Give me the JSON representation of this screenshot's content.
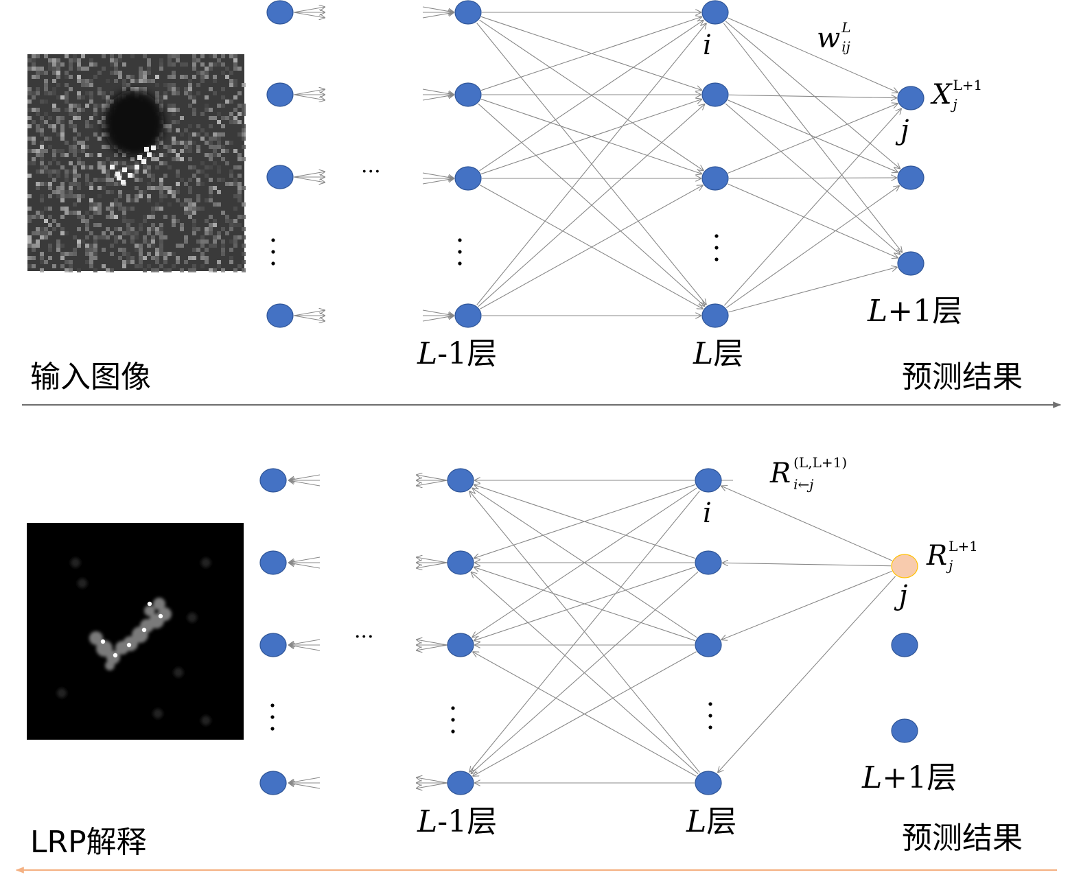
{
  "top": {
    "caption_left": "输入图像",
    "caption_right": "预测结果",
    "layer_prev": {
      "var": "L",
      "op": "-1",
      "unit": "层"
    },
    "layer_cur": {
      "var": "L",
      "unit": "层"
    },
    "layer_next": {
      "var": "L",
      "op": "+1",
      "unit": "层"
    },
    "node_i": "i",
    "node_j": "j",
    "weight": {
      "base": "w",
      "sup": "L",
      "sub": "ij"
    },
    "activation": {
      "base": "X",
      "sup": "L+1",
      "sub": "j"
    },
    "ellipsis_h": "···"
  },
  "bottom": {
    "caption_left": "LRP解释",
    "caption_right": "预测结果",
    "layer_prev": {
      "var": "L",
      "op": "-1",
      "unit": "层"
    },
    "layer_cur": {
      "var": "L",
      "unit": "层"
    },
    "layer_next": {
      "var": "L",
      "op": "+1",
      "unit": "层"
    },
    "node_i": "i",
    "node_j": "j",
    "relevance_msg": {
      "base": "R",
      "sup": "(L,L+1)",
      "sub": "i←j"
    },
    "relevance_out": {
      "base": "R",
      "sup": "L+1",
      "sub": "j"
    },
    "ellipsis_h": "···"
  },
  "colors": {
    "node": "#4472c4",
    "node_border": "#2f5597",
    "highlight_node": "#f8cbad",
    "highlight_border": "#ffc000",
    "edge": "#888888",
    "forward_arrow": "#808080",
    "backward_arrow": "#f4b183"
  }
}
